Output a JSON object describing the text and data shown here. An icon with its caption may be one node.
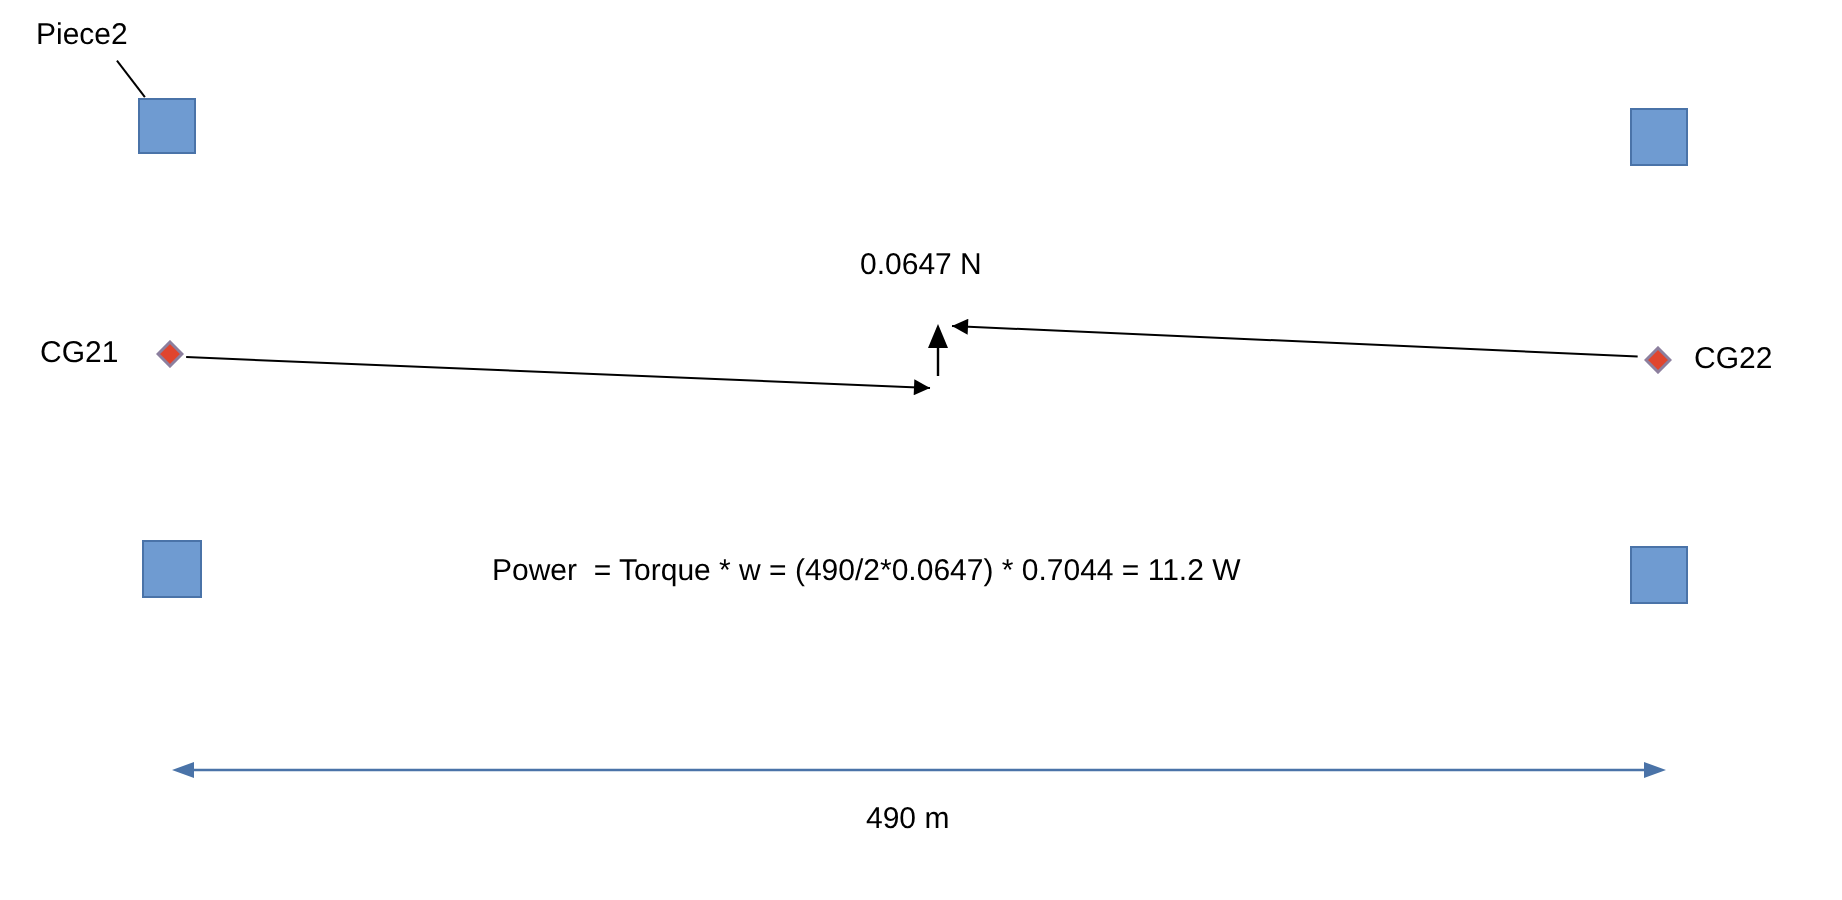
{
  "diagram": {
    "nodes": [
      {
        "text": [
          "Piece2"
        ]
      },
      {
        "text": [],
        "shape": "box"
      },
      {
        "text": [],
        "shape": "box"
      },
      {
        "text": [
          "CG21"
        ]
      },
      {
        "text": [
          "CG22"
        ]
      },
      {
        "text": [],
        "shape": "box"
      },
      {
        "text": [],
        "shape": "box"
      }
    ],
    "edges": [
      {
        "from": 0,
        "to": 1,
        "arrow": "none"
      },
      {
        "from": 3,
        "to": null,
        "arrow": "to"
      },
      {
        "from": 4,
        "to": null,
        "arrow": "to"
      }
    ],
    "labels": [
      "0.0647 N",
      "Power  = Torque * w = (490/2*0.0647) * 0.7044 = 11.2 W",
      "490 m"
    ]
  }
}
